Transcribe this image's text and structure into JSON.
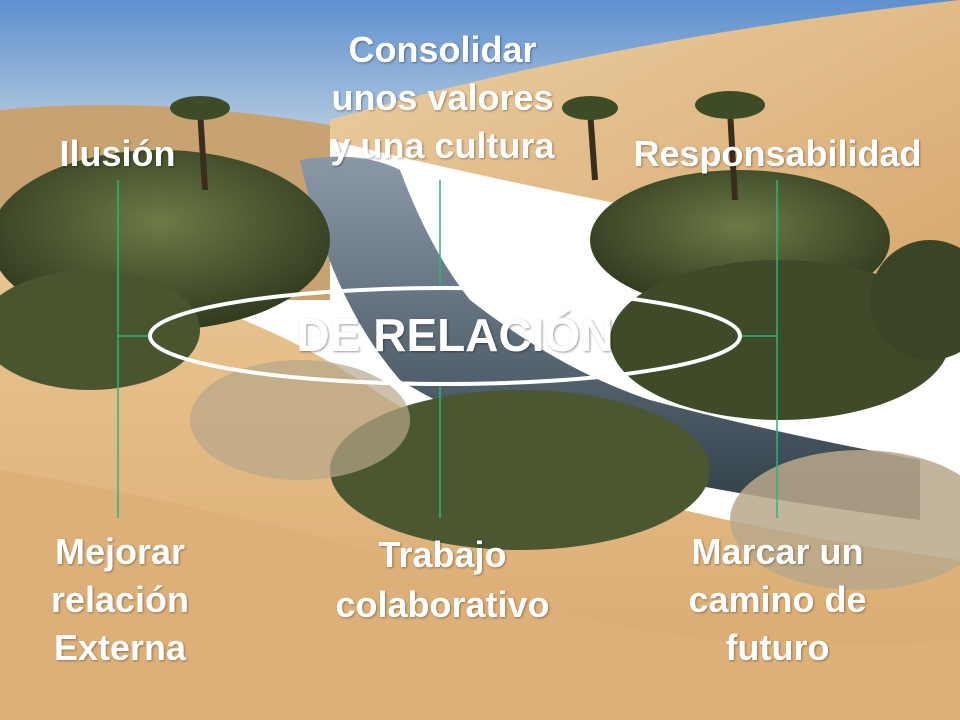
{
  "center": {
    "text": "DE RELACIÓN"
  },
  "nodes": {
    "top_left": "Ilusión",
    "top_center": [
      "Consolidar",
      "unos valores",
      "y una cultura"
    ],
    "top_right": "Responsabilidad",
    "bottom_left": [
      "Mejorar",
      "relación",
      "Externa"
    ],
    "bottom_center": [
      "Trabajo",
      "colaborativo"
    ],
    "bottom_right": [
      "Marcar un",
      "camino de",
      "futuro"
    ]
  },
  "colors": {
    "text": "#ffffff",
    "connector_line": "#2fb37a",
    "ellipse_stroke": "#ffffff",
    "sky": "#6f9dd3",
    "sand": "#e1b57e",
    "water": "#4e6272",
    "vegetation": "#4d5a34"
  },
  "background": {
    "scene": "desert oasis"
  }
}
